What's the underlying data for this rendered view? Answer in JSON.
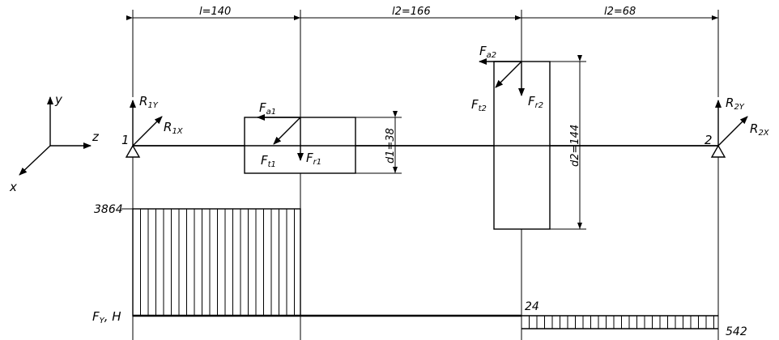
{
  "dimensions": {
    "l": "l=140",
    "l2a": "l2=166",
    "l2b": "l2=68",
    "d1": "d1=38",
    "d2": "d2=144"
  },
  "axes": {
    "x": "x",
    "y": "y",
    "z": "z"
  },
  "supports": {
    "one": {
      "num": "1",
      "Ry": {
        "main": "R",
        "sub": "1Y"
      },
      "Rx": {
        "main": "R",
        "sub": "1X"
      }
    },
    "two": {
      "num": "2",
      "Ry": {
        "main": "R",
        "sub": "2Y"
      },
      "Rx": {
        "main": "R",
        "sub": "2X"
      }
    }
  },
  "forces": {
    "Fa1": {
      "main": "F",
      "sub": "a1"
    },
    "Ft1": {
      "main": "F",
      "sub": "t1"
    },
    "Fr1": {
      "main": "F",
      "sub": "r1"
    },
    "Fa2": {
      "main": "F",
      "sub": "a2"
    },
    "Ft2": {
      "main": "F",
      "sub": "t2"
    },
    "Fr2": {
      "main": "F",
      "sub": "r2"
    }
  },
  "diagram": {
    "value_3864": "3864",
    "value_24": "24",
    "value_542": "542",
    "axis_label": "F",
    "axis_label_sub": "Y",
    "axis_label_unit": ", H"
  }
}
